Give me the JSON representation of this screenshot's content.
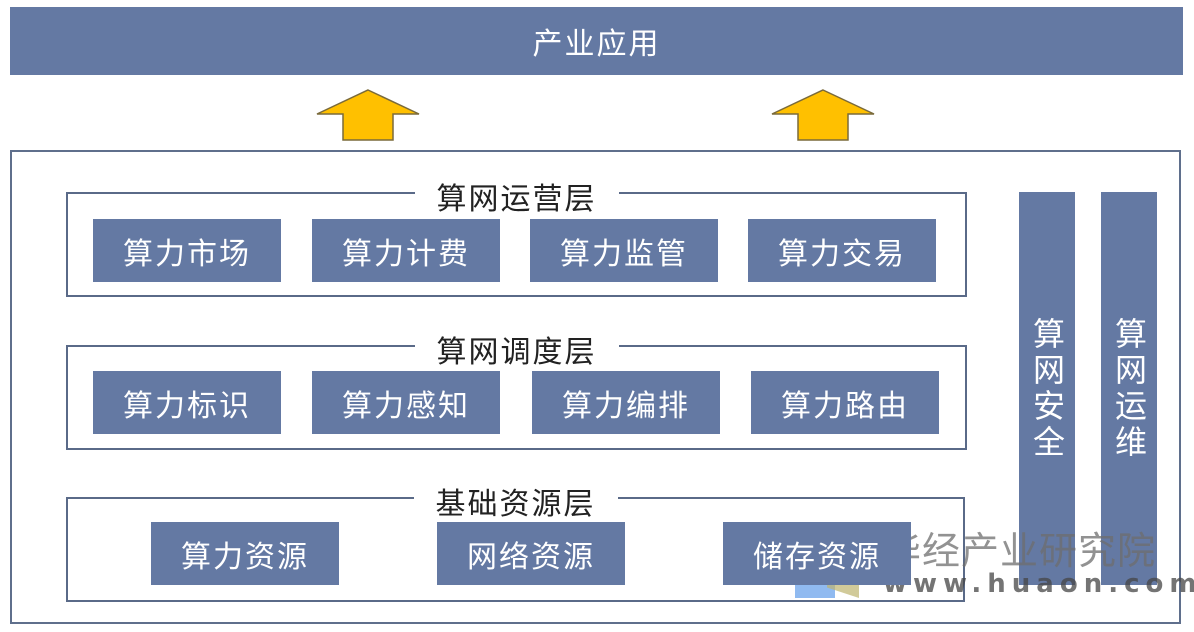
{
  "top": {
    "label": "产业应用"
  },
  "colors": {
    "box": "#6479a3",
    "arrow": "#ffc000"
  },
  "layers": [
    {
      "title": "算网运营层",
      "items": [
        "算力市场",
        "算力计费",
        "算力监管",
        "算力交易"
      ]
    },
    {
      "title": "算网调度层",
      "items": [
        "算力标识",
        "算力感知",
        "算力编排",
        "算力路由"
      ]
    },
    {
      "title": "基础资源层",
      "items": [
        "算力资源",
        "网络资源",
        "储存资源"
      ]
    }
  ],
  "side": [
    {
      "label": "算网安全"
    },
    {
      "label": "算网运维"
    }
  ],
  "watermark": {
    "cn": "华经产业研究院",
    "en": "www.huaon.com"
  }
}
